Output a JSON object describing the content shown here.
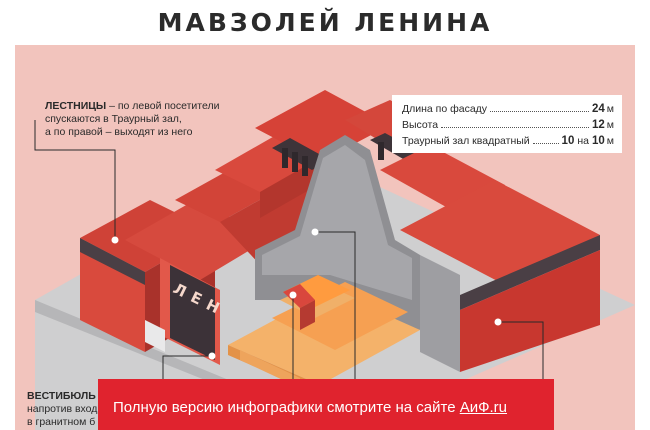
{
  "title": "МАВЗОЛЕЙ ЛЕНИНА",
  "notes": {
    "stairs": {
      "heading": "ЛЕСТНИЦЫ",
      "text_line1": " – по левой посетители",
      "text_line2": "спускаются в Траурный зал,",
      "text_line3": "а по правой – выходят из него"
    },
    "vestibule": {
      "heading": "ВЕСТИБЮЛЬ",
      "line2": "напротив вход",
      "line3": "в гранитном б"
    }
  },
  "specs": [
    {
      "label": "Длина по фасаду",
      "value": "24",
      "unit": "м"
    },
    {
      "label": "Высота",
      "value": "12",
      "unit": "м"
    },
    {
      "label": "Траурный зал квадратный",
      "value": "10",
      "mid": "на",
      "value2": "10",
      "unit": "м"
    }
  ],
  "sign": "ЛЕН",
  "banner": {
    "text": "Полную версию инфографики смотрите на сайте ",
    "link": "АиФ.ru"
  },
  "colors": {
    "background": "#f2c4bd",
    "granite_red": "#d9473d",
    "dark": "#4a3f45",
    "hall_light": "#f4a45a",
    "banner": "#e0232e"
  }
}
